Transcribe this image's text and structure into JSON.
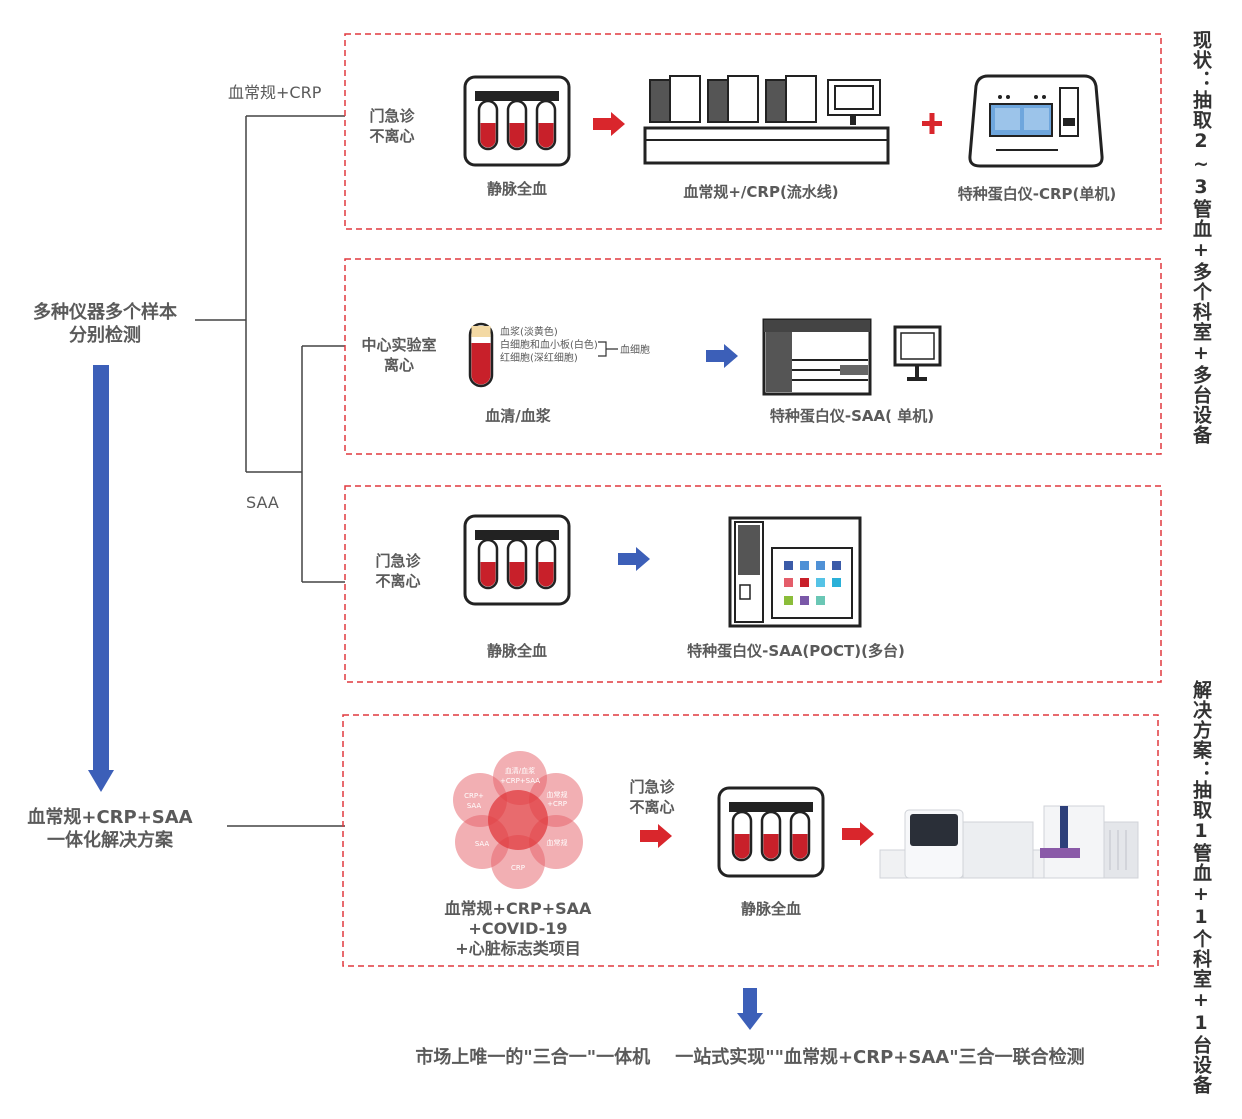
{
  "left": {
    "current_label": [
      "多种仪器多个样本",
      "分别检测"
    ],
    "solution_label": [
      "血常规+CRP+SAA",
      "一体化解决方案"
    ],
    "branch_crp": "血常规+CRP",
    "branch_saa": "SAA"
  },
  "right": {
    "current_status": "现状：抽取2~3管血+多个科室+多台设备",
    "solution": "解决方案：抽取1管血+1个科室+1台设备"
  },
  "box1": {
    "dept": [
      "门急诊",
      "不离心"
    ],
    "sample": "静脉全血",
    "device1": "血常规+/CRP(流水线)",
    "device2": "特种蛋白仪-CRP(单机)"
  },
  "box2": {
    "dept": [
      "中心实验室",
      "离心"
    ],
    "layers": [
      "血浆(淡黄色)",
      "白细胞和血小板(白色)",
      "红细胞(深红细胞)"
    ],
    "cells_label": "血细胞",
    "sample": "血清/血浆",
    "device": "特种蛋白仪-SAA(  单机)"
  },
  "box3": {
    "dept": [
      "门急诊",
      "不离心"
    ],
    "sample": "静脉全血",
    "device": "特种蛋白仪-SAA(POCT)(多台)"
  },
  "box4": {
    "flower": {
      "center": "",
      "petals": [
        "血清/血浆",
        "+CRP+SAA",
        "血常规",
        "+CRP",
        "血常规",
        "CRP",
        "SAA",
        "CRP+",
        "SAA"
      ]
    },
    "items": [
      "血常规+CRP+SAA",
      "+COVID-19",
      "+心脏标志类项目"
    ],
    "dept": [
      "门急诊",
      "不离心"
    ],
    "sample": "静脉全血"
  },
  "bottom_text": "市场上唯一的\"三合一\"一体机    一站式实现\"\"血常规+CRP+SAA\"三合一联合检测",
  "colors": {
    "dashed_border": "#e0393e",
    "red_arrow": "#d9262c",
    "blue_arrow": "#3c5fb8",
    "blood": "#c8202a",
    "line": "#444444"
  }
}
